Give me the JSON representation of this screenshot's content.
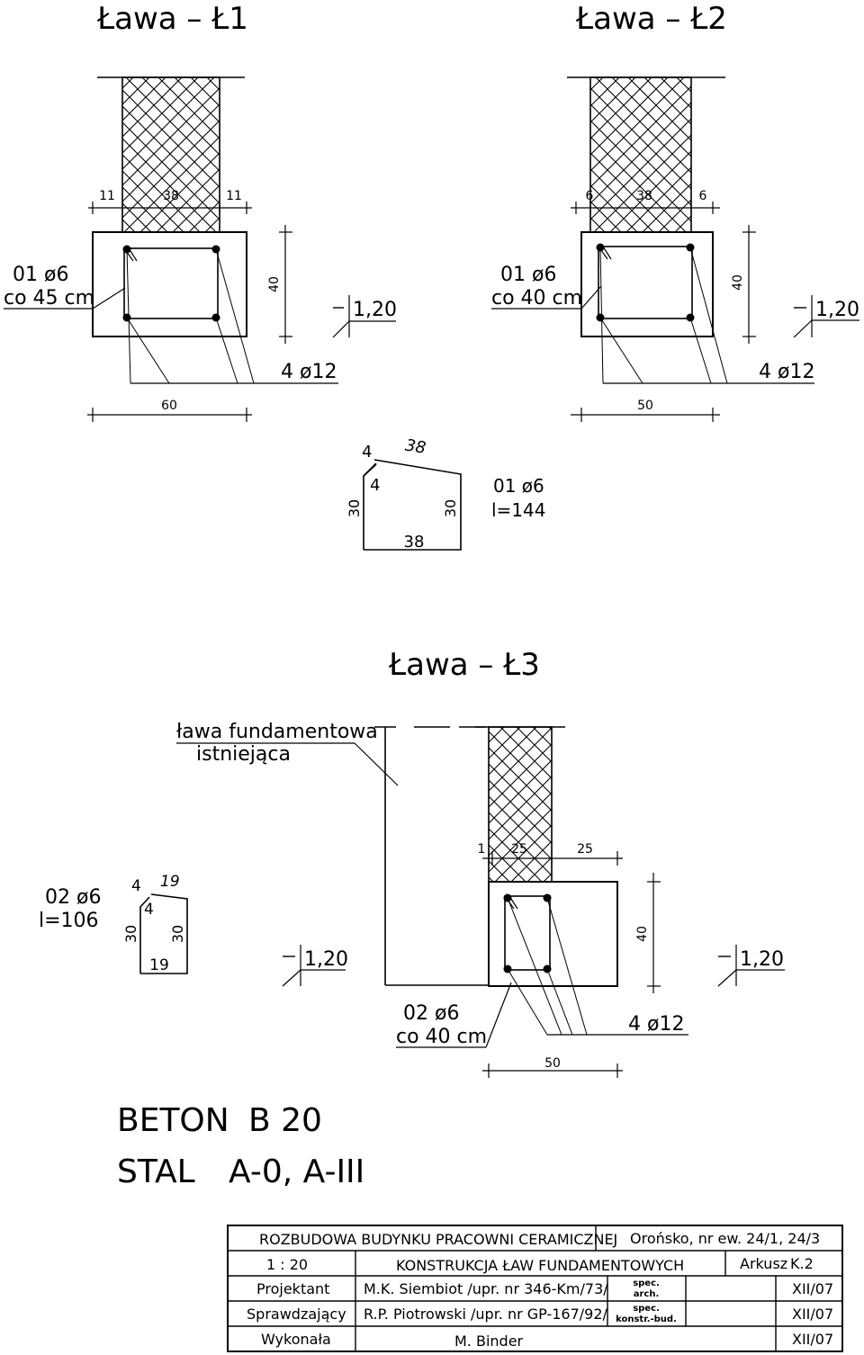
{
  "l1": {
    "title": "Ława – Ł1",
    "dim_left": "11",
    "dim_mid": "38",
    "dim_right": "11",
    "height": "40",
    "stirrup_1": "01 ø6",
    "stirrup_2": "co 45 cm",
    "level": "1,20",
    "bars": "4 ø12",
    "width": "60"
  },
  "l2": {
    "title": "Ława – Ł2",
    "dim_left": "6",
    "dim_mid": "38",
    "dim_right": "6",
    "height": "40",
    "stirrup_1": "01 ø6",
    "stirrup_2": "co 40 cm",
    "level": "1,20",
    "bars": "4 ø12",
    "width": "50"
  },
  "shape01": {
    "hook_a": "4",
    "top": "38",
    "hook_b": "4",
    "left": "30",
    "right": "30",
    "bottom": "38",
    "label_1": "01 ø6",
    "label_2": "l=144"
  },
  "l3": {
    "title": "Ława – Ł3",
    "existing_1": "ława fundamentowa",
    "existing_2": "istniejąca",
    "dim_1": "1",
    "dim_2": "25",
    "dim_3": "25",
    "height": "40",
    "level_left": "1,20",
    "level_right": "1,20",
    "stirrup_1": "02 ø6",
    "stirrup_2": "co 40 cm",
    "bars": "4 ø12",
    "width": "50"
  },
  "shape02": {
    "label_1": "02 ø6",
    "label_2": "l=106",
    "hook_a": "4",
    "top": "19",
    "hook_b": "4",
    "left": "30",
    "right": "30",
    "bottom": "19"
  },
  "materials": {
    "beton_label": "BETON",
    "beton_value": "B 20",
    "stal_label": "STAL",
    "stal_value": "A-0, A-III"
  },
  "titleblock": {
    "project": "ROZBUDOWA BUDYNKU PRACOWNI CERAMICZNEJ",
    "location": "Orońsko, nr ew. 24/1, 24/3",
    "scale": "1 : 20",
    "drawing": "KONSTRUKCJA ŁAW FUNDAMENTOWYCH",
    "sheet_label": "Arkusz",
    "sheet": "K.2",
    "r1_role": "Projektant",
    "r1_name": "M.K. Siembiot /upr. nr 346-Km/73/",
    "r1_spec_1": "spec.",
    "r1_spec_2": "arch.",
    "r1_date": "XII/07",
    "r2_role": "Sprawdzający",
    "r2_name": "R.P. Piotrowski /upr. nr GP-167/92/",
    "r2_spec_1": "spec.",
    "r2_spec_2": "konstr.-bud.",
    "r2_date": "XII/07",
    "r3_role": "Wykonała",
    "r3_name": "M. Binder",
    "r3_date": "XII/07"
  }
}
